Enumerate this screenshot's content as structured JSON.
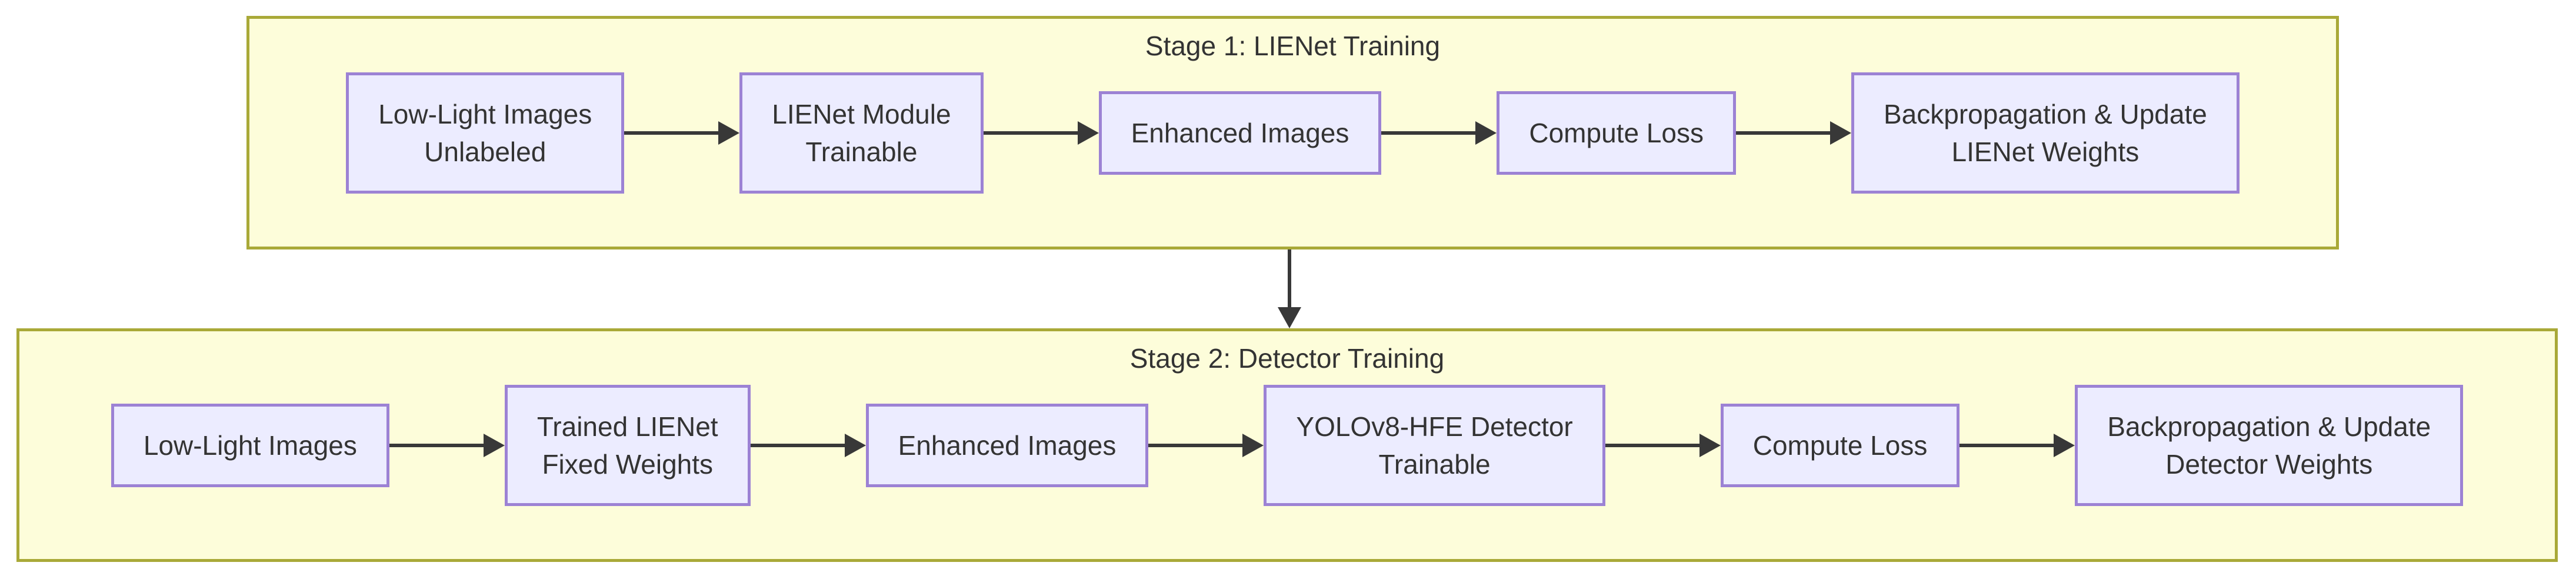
{
  "colors": {
    "canvas_background": "#FFFFFF",
    "cluster_fill": "#FDFDDA",
    "cluster_border": "#A9A938",
    "node_fill": "#ECECFF",
    "node_border": "#9C82D4",
    "arrow": "#383838",
    "text": "#333333"
  },
  "stages": [
    {
      "title": "Stage 1: LIENet Training",
      "nodes": [
        "Low-Light Images\nUnlabeled",
        "LIENet Module\nTrainable",
        "Enhanced Images",
        "Compute Loss",
        "Backpropagation & Update\nLIENet Weights"
      ]
    },
    {
      "title": "Stage 2: Detector Training",
      "nodes": [
        "Low-Light Images",
        "Trained LIENet\nFixed Weights",
        "Enhanced Images",
        "YOLOv8-HFE Detector\nTrainable",
        "Compute Loss",
        "Backpropagation & Update\nDetector Weights"
      ]
    }
  ]
}
